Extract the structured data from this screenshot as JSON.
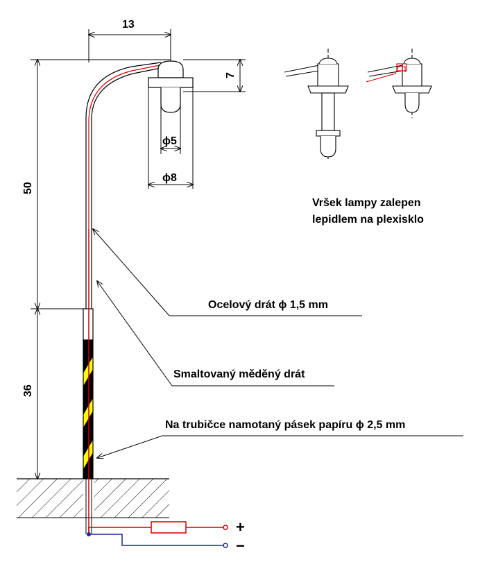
{
  "dimensions": {
    "arm_width": "13",
    "lamp_height": "7",
    "upper_height": "50",
    "lower_height": "36",
    "bulb_diameter": "ϕ5",
    "socket_diameter": "ϕ8"
  },
  "labels": {
    "top_note_line1": "Vršek lampy zalepen",
    "top_note_line2": "lepidlem na plexisklo",
    "steel_wire": "Ocelový drát  ϕ 1,5 mm",
    "copper_wire": "Smaltovaný měděný drát",
    "paper_tape": "Na trubičce namotaný pásek papíru  ϕ  2,5 mm",
    "plus": "+",
    "minus": "−"
  },
  "colors": {
    "line": "#000000",
    "wire_red": "#cc0000",
    "wire_blue": "#1a2a9a",
    "stripe_yellow": "#ffff00",
    "stripe_black": "#000000"
  }
}
